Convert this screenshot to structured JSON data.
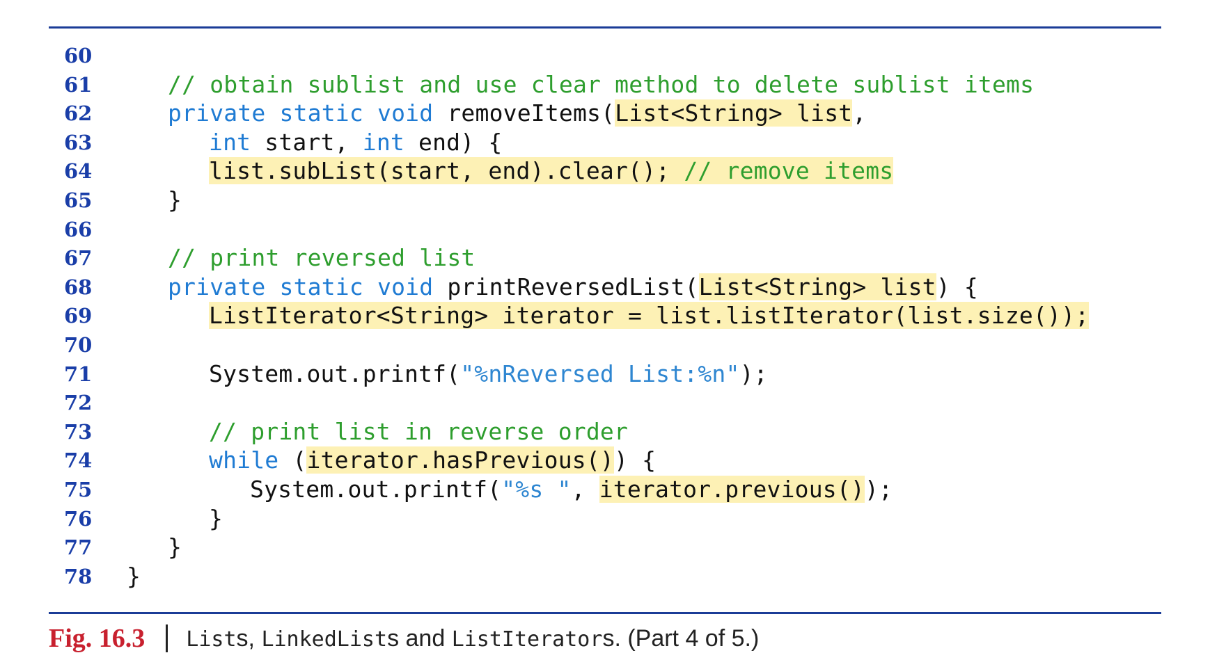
{
  "code_lines": [
    {
      "number": "60",
      "indent": 0,
      "segments": []
    },
    {
      "number": "61",
      "indent": 1,
      "segments": [
        {
          "t": "// obtain sublist and use clear method to delete sublist items",
          "c": "cm",
          "h": false
        }
      ]
    },
    {
      "number": "62",
      "indent": 1,
      "segments": [
        {
          "t": "private static void",
          "c": "kw",
          "h": false
        },
        {
          "t": " removeItems(",
          "c": "",
          "h": false
        },
        {
          "t": "List<String> list",
          "c": "",
          "h": true
        },
        {
          "t": ",",
          "c": "",
          "h": false
        }
      ]
    },
    {
      "number": "63",
      "indent": 2,
      "segments": [
        {
          "t": "int",
          "c": "kw",
          "h": false
        },
        {
          "t": " start, ",
          "c": "",
          "h": false
        },
        {
          "t": "int",
          "c": "kw",
          "h": false
        },
        {
          "t": " end) {",
          "c": "",
          "h": false
        }
      ]
    },
    {
      "number": "64",
      "indent": 2,
      "segments": [
        {
          "t": "list.subList(start, end).clear(); ",
          "c": "",
          "h": true
        },
        {
          "t": "// remove items",
          "c": "cm",
          "h": true
        }
      ]
    },
    {
      "number": "65",
      "indent": 1,
      "segments": [
        {
          "t": "}",
          "c": "",
          "h": false
        }
      ]
    },
    {
      "number": "66",
      "indent": 0,
      "segments": []
    },
    {
      "number": "67",
      "indent": 1,
      "segments": [
        {
          "t": "// print reversed list",
          "c": "cm",
          "h": false
        }
      ]
    },
    {
      "number": "68",
      "indent": 1,
      "segments": [
        {
          "t": "private static void",
          "c": "kw",
          "h": false
        },
        {
          "t": " printReversedList(",
          "c": "",
          "h": false
        },
        {
          "t": "List<String> list",
          "c": "",
          "h": true
        },
        {
          "t": ") {",
          "c": "",
          "h": false
        }
      ]
    },
    {
      "number": "69",
      "indent": 2,
      "segments": [
        {
          "t": "ListIterator<String> iterator = list.listIterator(list.size());",
          "c": "",
          "h": true
        }
      ]
    },
    {
      "number": "70",
      "indent": 0,
      "segments": []
    },
    {
      "number": "71",
      "indent": 2,
      "segments": [
        {
          "t": "System.out.printf(",
          "c": "",
          "h": false
        },
        {
          "t": "\"%nReversed List:%n\"",
          "c": "st",
          "h": false
        },
        {
          "t": ");",
          "c": "",
          "h": false
        }
      ]
    },
    {
      "number": "72",
      "indent": 0,
      "segments": []
    },
    {
      "number": "73",
      "indent": 2,
      "segments": [
        {
          "t": "// print list in reverse order",
          "c": "cm",
          "h": false
        }
      ]
    },
    {
      "number": "74",
      "indent": 2,
      "segments": [
        {
          "t": "while",
          "c": "kw",
          "h": false
        },
        {
          "t": " (",
          "c": "",
          "h": false
        },
        {
          "t": "iterator.hasPrevious()",
          "c": "",
          "h": true
        },
        {
          "t": ") {",
          "c": "",
          "h": false
        }
      ]
    },
    {
      "number": "75",
      "indent": 3,
      "segments": [
        {
          "t": "System.out.printf(",
          "c": "",
          "h": false
        },
        {
          "t": "\"%s \"",
          "c": "st",
          "h": false
        },
        {
          "t": ", ",
          "c": "",
          "h": false
        },
        {
          "t": "iterator.previous()",
          "c": "",
          "h": true
        },
        {
          "t": ");",
          "c": "",
          "h": false
        }
      ]
    },
    {
      "number": "76",
      "indent": 2,
      "segments": [
        {
          "t": "}",
          "c": "",
          "h": false
        }
      ]
    },
    {
      "number": "77",
      "indent": 1,
      "segments": [
        {
          "t": "}",
          "c": "",
          "h": false
        }
      ]
    },
    {
      "number": "78",
      "indent": 0,
      "segments": [
        {
          "t": "}",
          "c": "",
          "h": false
        }
      ]
    }
  ],
  "caption": {
    "label": "Fig. 16.3",
    "mono_1": "List",
    "text_1": "s, ",
    "mono_2": "LinkedList",
    "text_2": "s and ",
    "mono_3": "ListIterator",
    "text_3": "s. (Part 4 of 5.)"
  },
  "colors": {
    "rule": "#1b3c97",
    "line_number": "#1a3ea8",
    "keyword": "#1f7bd3",
    "comment": "#2e9e2e",
    "string": "#2e86d1",
    "highlight": "#fdf1b5",
    "figure_label": "#c8202e"
  }
}
